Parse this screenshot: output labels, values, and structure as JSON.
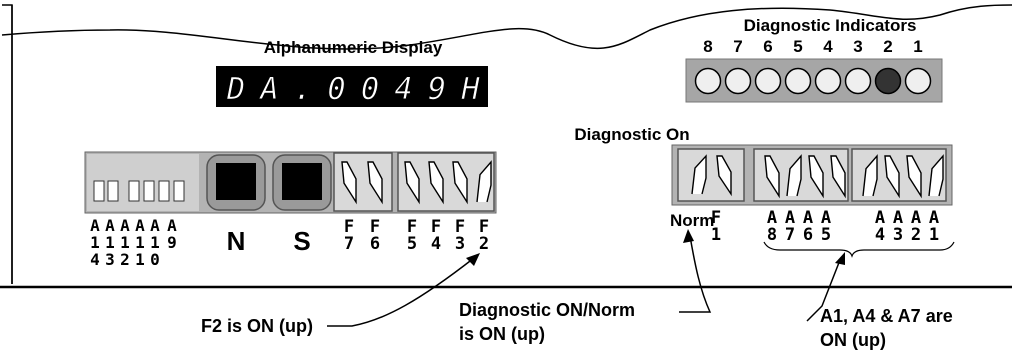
{
  "display": {
    "title": "Alphanumeric Display",
    "chars": [
      "D",
      "A",
      ".",
      "0",
      "0",
      "4",
      "9",
      "H"
    ]
  },
  "indicators": {
    "title": "Diagnostic Indicators",
    "numbers": [
      "8",
      "7",
      "6",
      "5",
      "4",
      "3",
      "2",
      "1"
    ],
    "lit": [
      false,
      false,
      false,
      false,
      false,
      false,
      true,
      false
    ]
  },
  "left_panel": {
    "dip_labels": [
      [
        "A",
        "1",
        "4"
      ],
      [
        "A",
        "1",
        "3"
      ],
      [
        "A",
        "1",
        "2"
      ],
      [
        "A",
        "1",
        "1"
      ],
      [
        "A",
        "1",
        "0"
      ],
      [
        "A",
        "9"
      ]
    ],
    "button_n": "N",
    "button_s": "S",
    "switch_labels": [
      [
        "F",
        "7"
      ],
      [
        "F",
        "6"
      ],
      [
        "F",
        "5"
      ],
      [
        "F",
        "4"
      ],
      [
        "F",
        "3"
      ],
      [
        "F",
        "2"
      ]
    ],
    "switch_up": [
      false,
      false,
      false,
      false,
      false,
      true
    ]
  },
  "right_panel": {
    "title": "Diagnostic On",
    "diag_switch": {
      "norm_label": "Norm",
      "f_label": [
        "F",
        "1"
      ],
      "up": true
    },
    "a_labels": [
      [
        "A",
        "8"
      ],
      [
        "A",
        "7"
      ],
      [
        "A",
        "6"
      ],
      [
        "A",
        "5"
      ],
      [
        "A",
        "4"
      ],
      [
        "A",
        "3"
      ],
      [
        "A",
        "2"
      ],
      [
        "A",
        "1"
      ]
    ],
    "a_up": [
      false,
      true,
      false,
      false,
      true,
      false,
      false,
      true
    ]
  },
  "callouts": {
    "f2": "F2 is ON (up)",
    "diag_line1": "Diagnostic ON/Norm",
    "diag_line2": "is ON (up)",
    "a_line1": "A1, A4 & A7 are",
    "a_line2": "ON (up)"
  }
}
